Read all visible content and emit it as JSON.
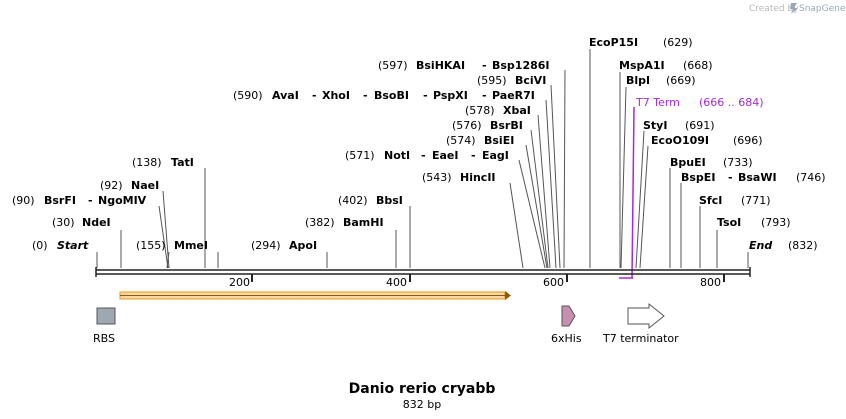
{
  "credit": {
    "prefix": "Created by",
    "brand": "SnapGene"
  },
  "map": {
    "title": "Danio rerio cryabb",
    "length_label": "832 bp",
    "length_bp": 832
  },
  "ticks": [
    "200",
    "400",
    "600",
    "800"
  ],
  "sites": {
    "start": {
      "pos": "(0)",
      "name": "Start"
    },
    "ndeI": {
      "pos": "(30)",
      "name": "NdeI"
    },
    "bsrFI": {
      "pos": "(90)",
      "name": "BsrFI",
      "sep": "-",
      "name2": "NgoMIV"
    },
    "naeI": {
      "pos": "(92)",
      "name": "NaeI"
    },
    "tatI": {
      "pos": "(138)",
      "name": "TatI"
    },
    "mmeI": {
      "pos": "(155)",
      "name": "MmeI"
    },
    "apoI": {
      "pos": "(294)",
      "name": "ApoI"
    },
    "bamHI": {
      "pos": "(382)",
      "name": "BamHI"
    },
    "bbsI": {
      "pos": "(402)",
      "name": "BbsI"
    },
    "hincII": {
      "pos": "(543)",
      "name": "HincII"
    },
    "notI": {
      "pos": "(571)",
      "name": "NotI",
      "sep": "-",
      "name2": "EaeI",
      "sep2": "-",
      "name3": "EagI"
    },
    "bsiEI": {
      "pos": "(574)",
      "name": "BsiEI"
    },
    "bsrBI": {
      "pos": "(576)",
      "name": "BsrBI"
    },
    "xbaI": {
      "pos": "(578)",
      "name": "XbaI"
    },
    "avaI": {
      "pos": "(590)",
      "name": "AvaI",
      "sep": "-",
      "name2": "XhoI",
      "sep2": "-",
      "name3": "BsoBI",
      "sep3": "-",
      "name4": "PspXI",
      "sep4": "-",
      "name5": "PaeR7I"
    },
    "bciVI": {
      "pos": "(595)",
      "name": "BciVI"
    },
    "bsiHKAI": {
      "pos": "(597)",
      "name": "BsiHKAI",
      "sep": "-",
      "name2": "Bsp1286I"
    },
    "ecoP15I": {
      "pos": "(629)",
      "name": "EcoP15I"
    },
    "mspA1I": {
      "pos": "(668)",
      "name": "MspA1I"
    },
    "blpI": {
      "pos": "(669)",
      "name": "BlpI"
    },
    "t7term": {
      "name": "T7 Term",
      "range": "(666 .. 684)"
    },
    "styI": {
      "pos": "(691)",
      "name": "StyI"
    },
    "ecoO109I": {
      "pos": "(696)",
      "name": "EcoO109I"
    },
    "bpuEI": {
      "pos": "(733)",
      "name": "BpuEI"
    },
    "bspEI": {
      "pos": "(746)",
      "name": "BspEI",
      "sep": "-",
      "name2": "BsaWI"
    },
    "sfcI": {
      "pos": "(771)",
      "name": "SfcI"
    },
    "tsoI": {
      "pos": "(793)",
      "name": "TsoI"
    },
    "end": {
      "pos": "(832)",
      "name": "End"
    }
  },
  "features": {
    "rbs": "RBS",
    "his": "6xHis",
    "t7": "T7 terminator"
  },
  "colors": {
    "backbone": "#222222",
    "orf": "#f0a020",
    "rbs": "#9ea8b2",
    "his": "#c890b0",
    "terminator": "#ffffff",
    "t7term_label": "#a12cd6",
    "credit_brand": "#9aa8b6"
  }
}
